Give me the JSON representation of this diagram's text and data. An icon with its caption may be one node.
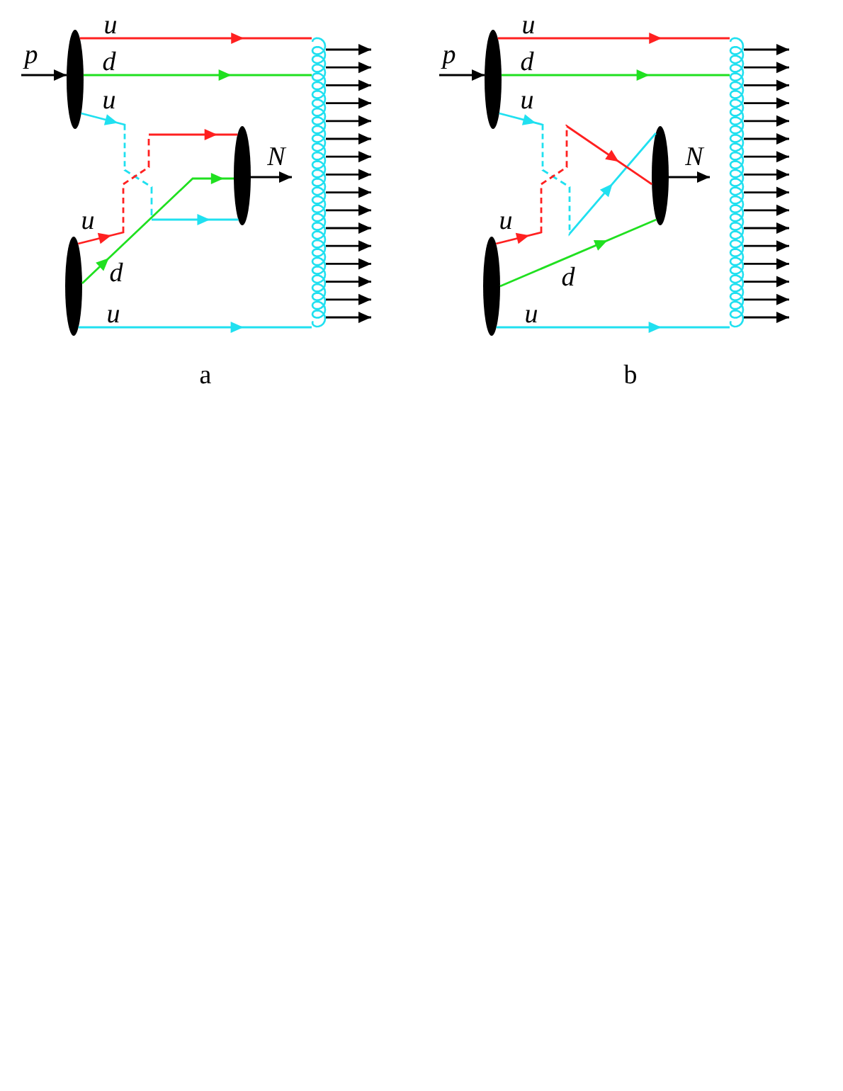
{
  "diagram": {
    "nodes": [
      {
        "text": [],
        "shape": "ellipse"
      },
      {
        "text": [],
        "shape": "ellipse"
      },
      {
        "text": [],
        "shape": "ellipse"
      },
      {
        "text": [],
        "shape": "coil"
      },
      {
        "text": [],
        "shape": "ellipse"
      },
      {
        "text": [],
        "shape": "ellipse"
      },
      {
        "text": [],
        "shape": "ellipse"
      },
      {
        "text": [],
        "shape": "coil"
      }
    ],
    "edges": [
      {
        "from": null,
        "to": 0,
        "arrow": "to",
        "label": "p"
      },
      {
        "from": 0,
        "to": 3,
        "arrow": "to",
        "label": "u",
        "color": "#ff2020"
      },
      {
        "from": 0,
        "to": 3,
        "arrow": "to",
        "label": "d",
        "color": "#20e020"
      },
      {
        "from": 0,
        "to": 2,
        "arrow": "to",
        "label": "u",
        "color": "#20e0f0",
        "style": "dashed"
      },
      {
        "from": 1,
        "to": 2,
        "arrow": "to",
        "label": "u",
        "color": "#ff2020",
        "style": "dashed"
      },
      {
        "from": 1,
        "to": 2,
        "arrow": "to",
        "label": "d",
        "color": "#20e020"
      },
      {
        "from": 1,
        "to": 3,
        "arrow": "to",
        "label": "u",
        "color": "#20e0f0"
      },
      {
        "from": 2,
        "to": null,
        "arrow": "to",
        "label": "N"
      },
      {
        "from": 3,
        "to": null,
        "arrow": "to"
      },
      {
        "from": 3,
        "to": null,
        "arrow": "to"
      },
      {
        "from": 3,
        "to": null,
        "arrow": "to"
      },
      {
        "from": 3,
        "to": null,
        "arrow": "to"
      },
      {
        "from": 3,
        "to": null,
        "arrow": "to"
      },
      {
        "from": 3,
        "to": null,
        "arrow": "to"
      },
      {
        "from": 3,
        "to": null,
        "arrow": "to"
      },
      {
        "from": 3,
        "to": null,
        "arrow": "to"
      },
      {
        "from": 3,
        "to": null,
        "arrow": "to"
      },
      {
        "from": 3,
        "to": null,
        "arrow": "to"
      },
      {
        "from": 3,
        "to": null,
        "arrow": "to"
      },
      {
        "from": 3,
        "to": null,
        "arrow": "to"
      },
      {
        "from": 3,
        "to": null,
        "arrow": "to"
      },
      {
        "from": 3,
        "to": null,
        "arrow": "to"
      },
      {
        "from": 3,
        "to": null,
        "arrow": "to"
      },
      {
        "from": 3,
        "to": null,
        "arrow": "to"
      },
      {
        "from": null,
        "to": 4,
        "arrow": "to",
        "label": "p"
      },
      {
        "from": 4,
        "to": 7,
        "arrow": "to",
        "label": "u",
        "color": "#ff2020"
      },
      {
        "from": 4,
        "to": 7,
        "arrow": "to",
        "label": "d",
        "color": "#20e020"
      },
      {
        "from": 4,
        "to": 6,
        "arrow": "to",
        "label": "u",
        "color": "#20e0f0",
        "style": "dashed"
      },
      {
        "from": 5,
        "to": 6,
        "arrow": "to",
        "label": "u",
        "color": "#ff2020",
        "style": "dashed"
      },
      {
        "from": 5,
        "to": 6,
        "arrow": "to",
        "label": "d",
        "color": "#20e020"
      },
      {
        "from": 5,
        "to": 7,
        "arrow": "to",
        "label": "u",
        "color": "#20e0f0"
      },
      {
        "from": 6,
        "to": null,
        "arrow": "to",
        "label": "N"
      },
      {
        "from": 7,
        "to": null,
        "arrow": "to"
      },
      {
        "from": 7,
        "to": null,
        "arrow": "to"
      },
      {
        "from": 7,
        "to": null,
        "arrow": "to"
      },
      {
        "from": 7,
        "to": null,
        "arrow": "to"
      },
      {
        "from": 7,
        "to": null,
        "arrow": "to"
      },
      {
        "from": 7,
        "to": null,
        "arrow": "to"
      },
      {
        "from": 7,
        "to": null,
        "arrow": "to"
      },
      {
        "from": 7,
        "to": null,
        "arrow": "to"
      },
      {
        "from": 7,
        "to": null,
        "arrow": "to"
      },
      {
        "from": 7,
        "to": null,
        "arrow": "to"
      },
      {
        "from": 7,
        "to": null,
        "arrow": "to"
      },
      {
        "from": 7,
        "to": null,
        "arrow": "to"
      },
      {
        "from": 7,
        "to": null,
        "arrow": "to"
      },
      {
        "from": 7,
        "to": null,
        "arrow": "to"
      },
      {
        "from": 7,
        "to": null,
        "arrow": "to"
      },
      {
        "from": 7,
        "to": null,
        "arrow": "to"
      }
    ],
    "labels": [
      "a",
      "b"
    ]
  }
}
